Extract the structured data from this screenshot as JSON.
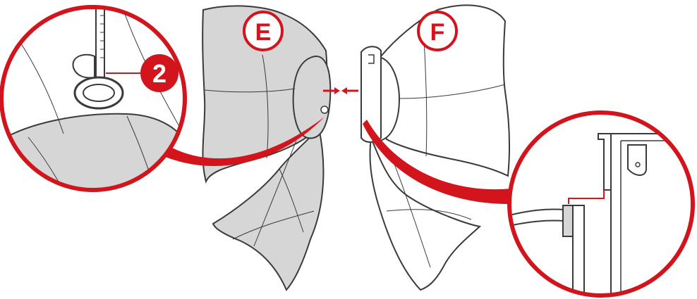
{
  "labels": {
    "part_left": "E",
    "part_right": "F",
    "step_number": "2"
  },
  "colors": {
    "accent_red": "#d2141c",
    "gray_fill": "#d6d6d6",
    "outline": "#3a3a3a",
    "white": "#ffffff"
  },
  "icons": {
    "join_left": "arrow-right-icon",
    "join_right": "arrow-left-icon"
  }
}
